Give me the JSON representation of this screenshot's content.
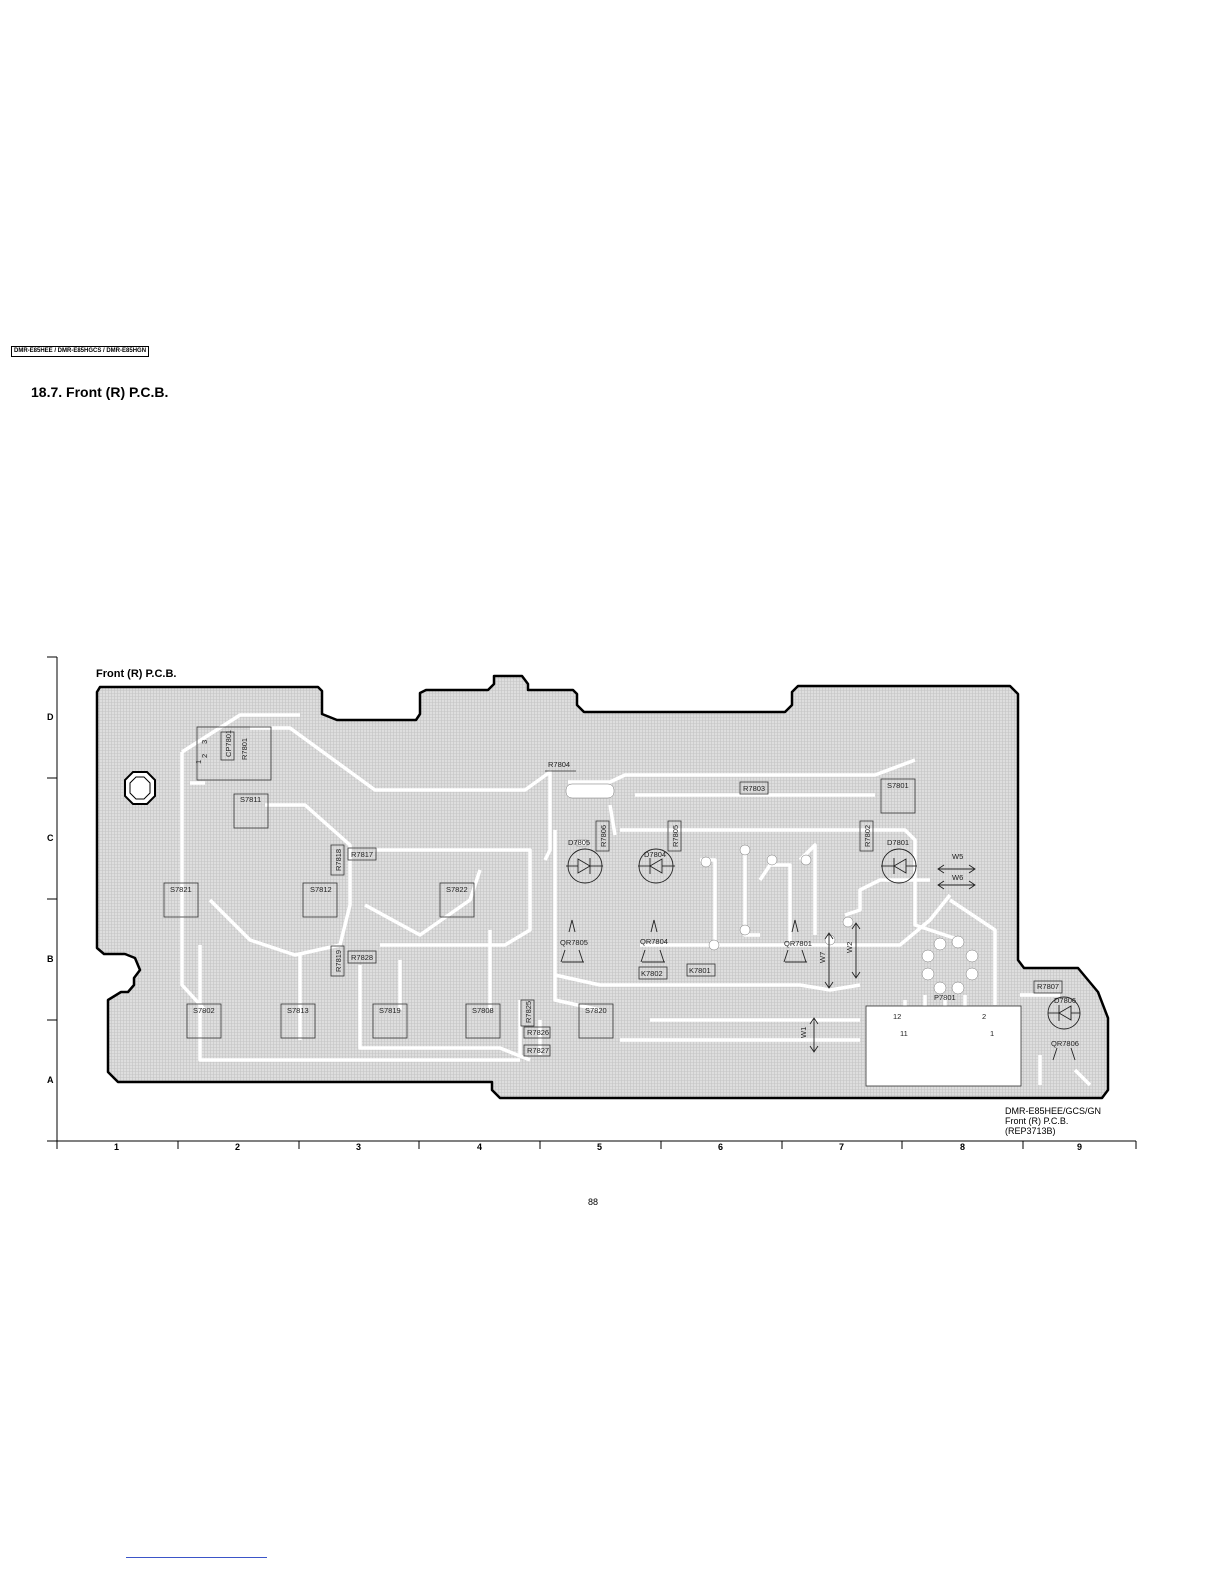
{
  "header": {
    "model_tag": "DMR-E85HEE / DMR-E85HGCS / DMR-E85HGN"
  },
  "section": {
    "title": "18.7.   Front (R) P.C.B."
  },
  "diagram": {
    "board_title": "Front (R) P.C.B.",
    "caption_lines": [
      "DMR-E85HEE/GCS/GN",
      "Front (R) P.C.B.",
      "(REP3713B)"
    ],
    "row_labels": [
      "D",
      "C",
      "B",
      "A"
    ],
    "column_labels": [
      "1",
      "2",
      "3",
      "4",
      "5",
      "6",
      "7",
      "8",
      "9"
    ],
    "components": {
      "cp7801": "CP7801",
      "r7801": "R7801",
      "r7804": "R7804",
      "r7803": "R7803",
      "s7801": "S7801",
      "s7811": "S7811",
      "s7821": "S7821",
      "s7812": "S7812",
      "s7822": "S7822",
      "s7802": "S7802",
      "s7813": "S7813",
      "s7819": "S7819",
      "s7808": "S7808",
      "s7820": "S7820",
      "r7806": "R7806",
      "r7805": "R7805",
      "r7802": "R7802",
      "r7818": "R7818",
      "r7817": "R7817",
      "r7819": "R7819",
      "r7828": "R7828",
      "r7825": "R7825",
      "r7826": "R7826",
      "r7827": "R7827",
      "r7807": "R7807",
      "d7805": "D7805",
      "d7804": "D7804",
      "d7801": "D7801",
      "d7806": "D7806",
      "qr7805": "QR7805",
      "qr7804": "QR7804",
      "qr7801": "QR7801",
      "qr7806": "QR7806",
      "k7802": "K7802",
      "k7801": "K7801",
      "p7801": "P7801",
      "w1": "W1",
      "w2": "W2",
      "w5": "W5",
      "w6": "W6",
      "w7": "W7",
      "pin1": "1",
      "pin2": "2",
      "pin3": "3",
      "pin11": "11",
      "pin12": "12"
    }
  }
}
